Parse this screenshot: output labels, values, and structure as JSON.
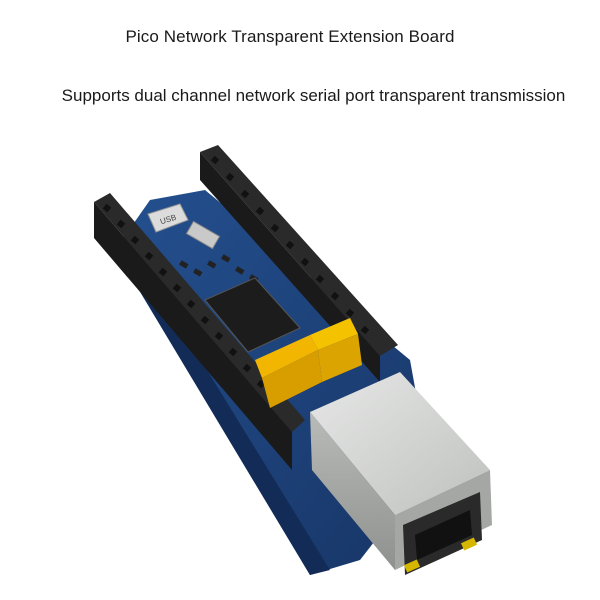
{
  "title": "Pico Network Transparent Extension Board",
  "subtitle": "Supports dual channel network serial port transparent transmission",
  "board": {
    "usb_label": "USB",
    "colors": {
      "pcb": "#1d3f7a",
      "header": "#202020",
      "connector": "#f2b600",
      "jack": "#cfd0cf"
    }
  }
}
